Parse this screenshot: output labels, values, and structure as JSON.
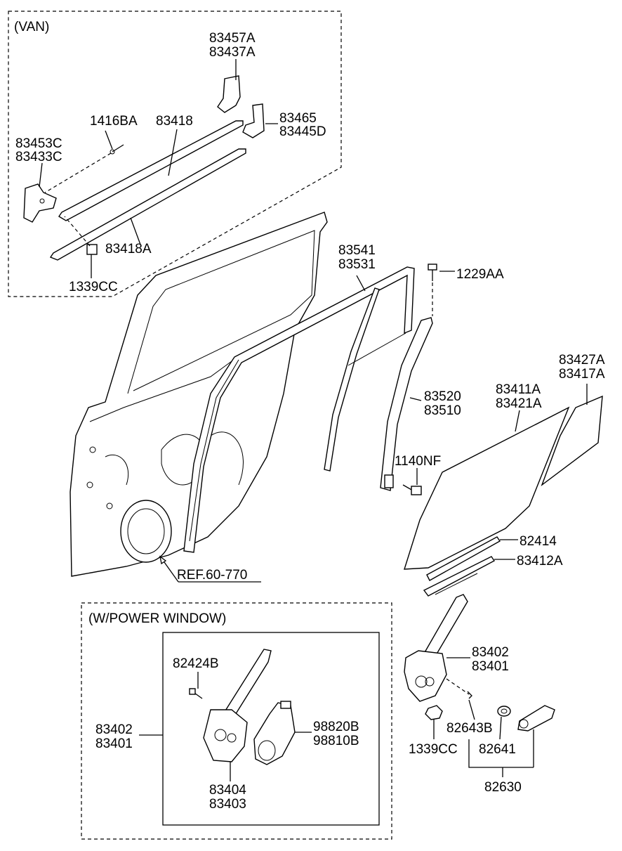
{
  "groups": {
    "van": "(VAN)",
    "power_window": "(W/POWER WINDOW)"
  },
  "labels": {
    "p83457A": "83457A",
    "p83437A": "83437A",
    "p1416BA": "1416BA",
    "p83418": "83418",
    "p83465": "83465",
    "p83445D": "83445D",
    "p83453C": "83453C",
    "p83433C": "83433C",
    "p83418A": "83418A",
    "p1339CC_top": "1339CC",
    "p83541": "83541",
    "p83531": "83531",
    "p1229AA": "1229AA",
    "p83427A": "83427A",
    "p83417A": "83417A",
    "p83411A": "83411A",
    "p83421A": "83421A",
    "p83520": "83520",
    "p83510": "83510",
    "p1140NF": "1140NF",
    "p82414": "82414",
    "p83412A": "83412A",
    "ref": "REF.60-770",
    "p82424B": "82424B",
    "p83402_pw": "83402",
    "p83401_pw": "83401",
    "p98820B": "98820B",
    "p98810B": "98810B",
    "p83404": "83404",
    "p83403": "83403",
    "p83402": "83402",
    "p83401": "83401",
    "p82643B": "82643B",
    "p1339CC_bot": "1339CC",
    "p82641": "82641",
    "p82630": "82630"
  }
}
